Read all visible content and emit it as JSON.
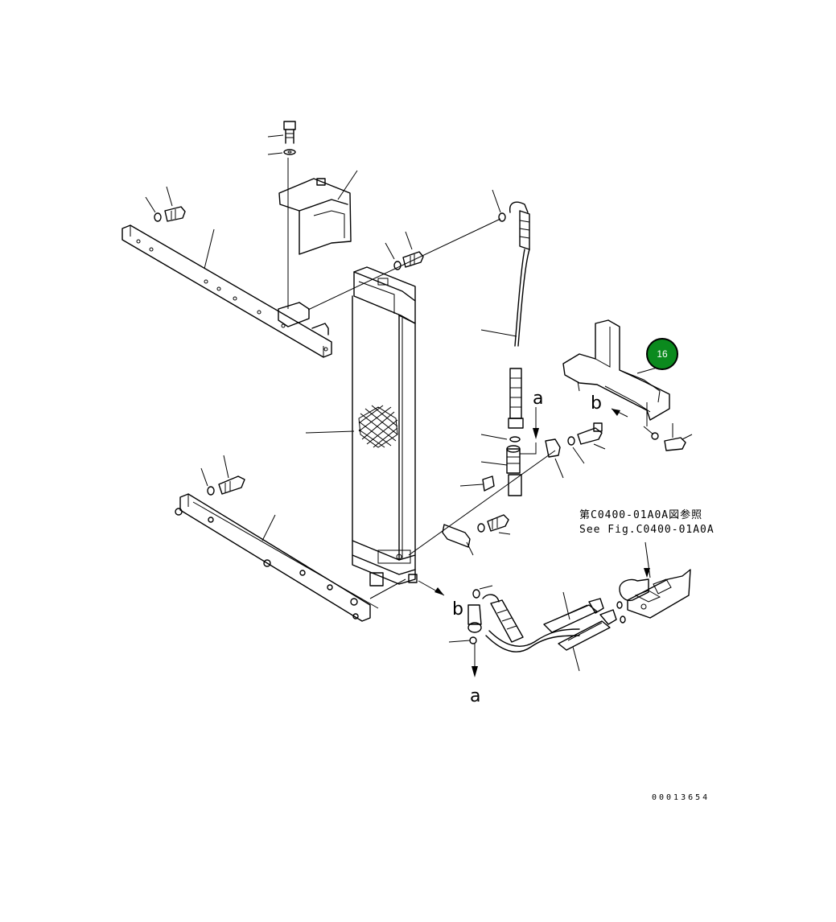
{
  "diagram": {
    "callouts": {
      "a_top": "a",
      "a_bottom": "a",
      "b_right": "b",
      "b_bottom": "b"
    },
    "reference_note": {
      "japanese": "第C0400-01A0A図参照",
      "english": "See Fig.C0400-01A0A"
    },
    "drawing_number": "00013654",
    "part_badge": {
      "number": "16",
      "color": "#0b8a1e"
    }
  }
}
